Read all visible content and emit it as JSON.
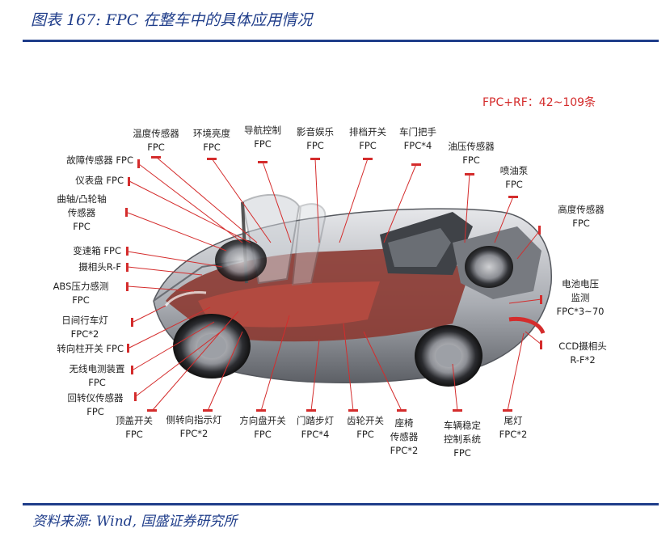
{
  "header": {
    "title": "图表 167:  FPC 在整车中的具体应用情况"
  },
  "footer": {
    "source": "资料来源:  Wind,  国盛证券研究所"
  },
  "summary": {
    "fpc_count": "FPC+RF：42~109条"
  },
  "colors": {
    "brand_blue": "#1f3d8a",
    "marker_red": "#d42c2c"
  },
  "labels_top": [
    {
      "name": "温度传感器",
      "type": "FPC"
    },
    {
      "name": "环境亮度",
      "type": "FPC"
    },
    {
      "name": "导航控制",
      "type": "FPC"
    },
    {
      "name": "影音娱乐",
      "type": "FPC"
    },
    {
      "name": "排档开关",
      "type": "FPC"
    },
    {
      "name": "车门把手",
      "type": "FPC*4"
    },
    {
      "name": "油压传感器",
      "type": "FPC"
    },
    {
      "name": "喷油泵",
      "type": "FPC"
    }
  ],
  "labels_left": [
    "故障传感器 FPC",
    "仪表盘 FPC",
    "曲轴/凸轮轴",
    "传感器",
    "FPC",
    "变速箱 FPC",
    "摄相头R-F",
    "ABS压力感测",
    "FPC",
    "日间行车灯",
    "FPC*2",
    "转向柱开关 FPC",
    "无线电测装置",
    "FPC",
    "回转仪传感器",
    "FPC"
  ],
  "labels_right": [
    "高度传感器",
    "FPC",
    "电池电压",
    "监测",
    "FPC*3~70",
    "CCD摄相头",
    "R-F*2"
  ],
  "labels_bottom": [
    {
      "name": "顶盖开关",
      "type": "FPC"
    },
    {
      "name": "侧转向指示灯",
      "type": "FPC*2"
    },
    {
      "name": "方向盘开关",
      "type": "FPC"
    },
    {
      "name": "门踏步灯",
      "type": "FPC*4"
    },
    {
      "name": "齿轮开关",
      "type": "FPC"
    },
    {
      "name": "座椅",
      "line2": "传感器",
      "type": "FPC*2"
    },
    {
      "name": "车辆稳定",
      "line2": "控制系统",
      "type": "FPC"
    },
    {
      "name": "尾灯",
      "type": "FPC*2"
    }
  ]
}
